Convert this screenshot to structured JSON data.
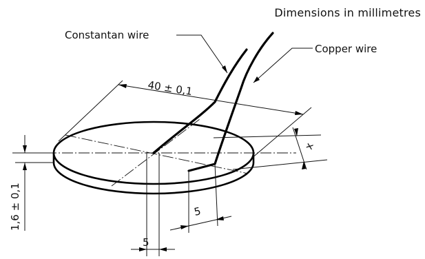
{
  "note": "Dimensions in millimetres",
  "labels": {
    "constantan_wire": "Constantan wire",
    "copper_wire": "Copper wire"
  },
  "dimensions": {
    "diameter": "40 ± 0,1",
    "thickness": "1,6 ± 0,1",
    "offset_x": "x",
    "offset_5_right": "5",
    "offset_5_bottom": "5"
  }
}
